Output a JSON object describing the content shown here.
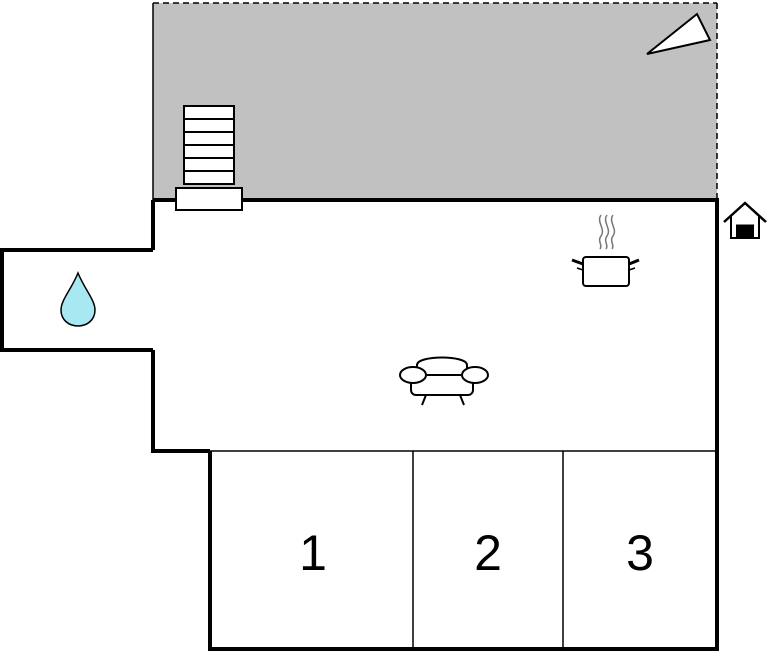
{
  "floor_plan": {
    "rooms": [
      {
        "label": "1"
      },
      {
        "label": "2"
      },
      {
        "label": "3"
      }
    ],
    "icons": {
      "bathroom": "water-drop-icon",
      "kitchen": "cooking-pot-icon",
      "living_room": "sofa-icon",
      "entrance": "house-entrance-icon",
      "stairs": "stairs-icon",
      "terrace_orientation": "north-arrow-icon"
    },
    "colors": {
      "terrace": "#c1c1c1",
      "walls": "#000000",
      "water_drop": "#a8e8f2",
      "background": "#ffffff"
    }
  }
}
